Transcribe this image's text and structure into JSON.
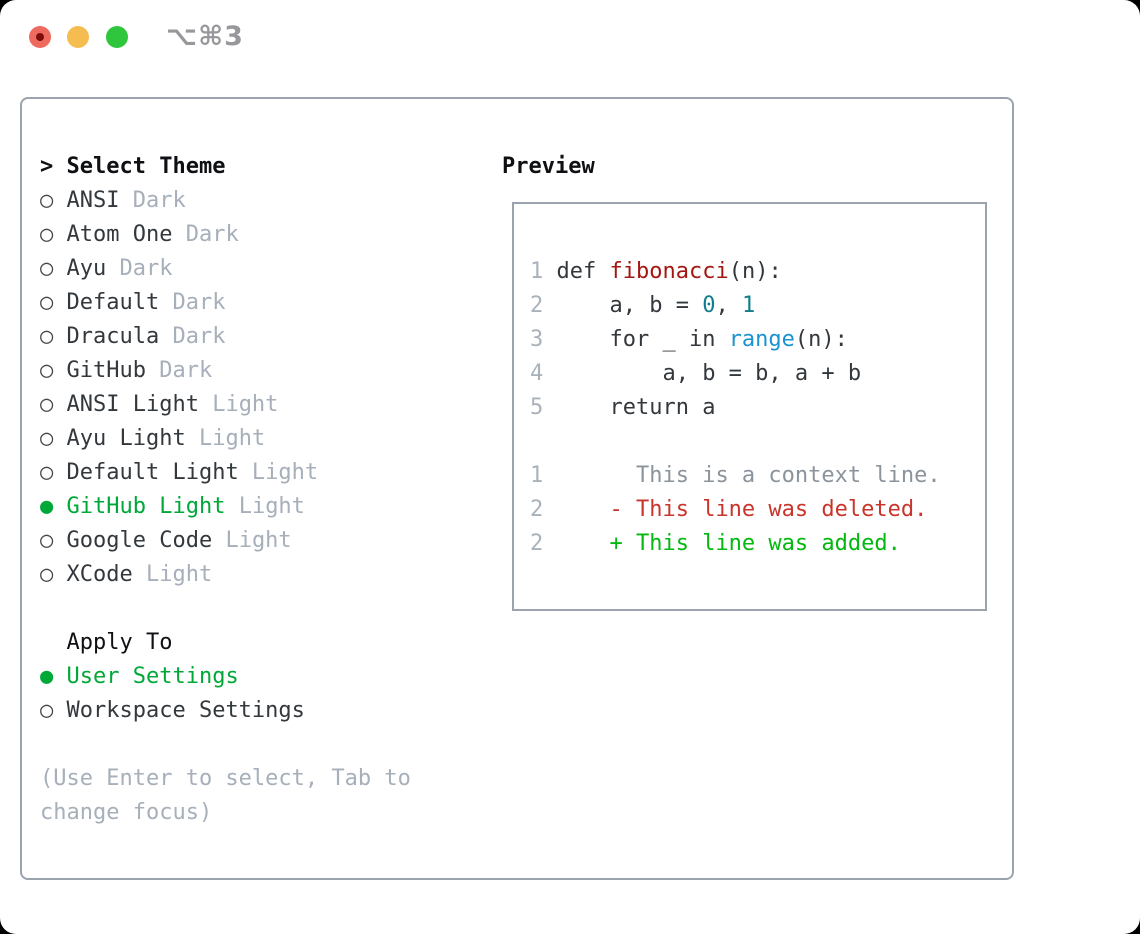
{
  "titlebar": {
    "shortcut": "⌥⌘3"
  },
  "icons": {
    "radio_selected": "●",
    "radio_unselected": "○",
    "header_cursor": ">"
  },
  "colors": {
    "selected_green": "#00a838",
    "added_green": "#03b80f",
    "deleted_red": "#c9352a",
    "function_red": "#a31712",
    "number_teal": "#107e8a",
    "builtin_blue": "#1b93cf",
    "dim_gray": "#a6afba",
    "border_gray": "#9aa3ae"
  },
  "theme_panel": {
    "header": "Select Theme",
    "themes": [
      {
        "name": "ANSI",
        "variant": "Dark",
        "selected": false
      },
      {
        "name": "Atom One",
        "variant": "Dark",
        "selected": false
      },
      {
        "name": "Ayu",
        "variant": "Dark",
        "selected": false
      },
      {
        "name": "Default",
        "variant": "Dark",
        "selected": false
      },
      {
        "name": "Dracula",
        "variant": "Dark",
        "selected": false
      },
      {
        "name": "GitHub",
        "variant": "Dark",
        "selected": false
      },
      {
        "name": "ANSI Light",
        "variant": "Light",
        "selected": false
      },
      {
        "name": "Ayu Light",
        "variant": "Light",
        "selected": false
      },
      {
        "name": "Default Light",
        "variant": "Light",
        "selected": false
      },
      {
        "name": "GitHub Light",
        "variant": "Light",
        "selected": true
      },
      {
        "name": "Google Code",
        "variant": "Light",
        "selected": false
      },
      {
        "name": "XCode",
        "variant": "Light",
        "selected": false
      }
    ],
    "apply_to": {
      "header": "Apply To",
      "options": [
        {
          "name": "User Settings",
          "selected": true
        },
        {
          "name": "Workspace Settings",
          "selected": false
        }
      ]
    },
    "hint_lines": [
      "(Use Enter to select, Tab to",
      "change focus)"
    ]
  },
  "preview": {
    "header": "Preview",
    "code_lines": [
      {
        "num": "1",
        "segments": [
          [
            "def ",
            "fg"
          ],
          [
            "fibonacci",
            "fn"
          ],
          [
            "(n):",
            "fg"
          ]
        ]
      },
      {
        "num": "2",
        "segments": [
          [
            "    a, b = ",
            "fg"
          ],
          [
            "0",
            "num"
          ],
          [
            ", ",
            "fg"
          ],
          [
            "1",
            "num"
          ]
        ]
      },
      {
        "num": "3",
        "segments": [
          [
            "    for _ in ",
            "fg"
          ],
          [
            "range",
            "builtin"
          ],
          [
            "(n):",
            "fg"
          ]
        ]
      },
      {
        "num": "4",
        "segments": [
          [
            "        a, b = b, a + b",
            "fg"
          ]
        ]
      },
      {
        "num": "5",
        "segments": [
          [
            "    return a",
            "fg"
          ]
        ]
      }
    ],
    "diff_lines": [
      {
        "num": "1",
        "segments": [
          [
            "      This is a context line.",
            "ctx"
          ]
        ]
      },
      {
        "num": "2",
        "segments": [
          [
            "    - This line was deleted.",
            "del"
          ]
        ]
      },
      {
        "num": "2",
        "segments": [
          [
            "    + This line was added.",
            "add"
          ]
        ]
      }
    ]
  }
}
